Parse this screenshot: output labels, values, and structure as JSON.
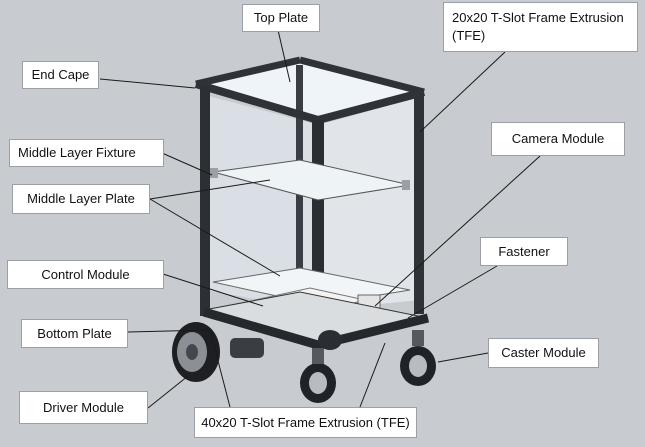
{
  "labels": {
    "top_plate": "Top Plate",
    "tslot_20x20": "20x20 T-Slot Frame Extrusion (TFE)",
    "end_cape": "End Cape",
    "middle_layer_fixture": "Middle Layer Fixture",
    "camera_module": "Camera Module",
    "middle_layer_plate": "Middle Layer Plate",
    "fastener": "Fastener",
    "control_module": "Control Module",
    "bottom_plate": "Bottom Plate",
    "caster_module": "Caster Module",
    "driver_module": "Driver Module",
    "tslot_40x20": "40x20 T-Slot Frame Extrusion (TFE)"
  },
  "colors": {
    "background": "#c8ccd1",
    "frame": "#2f3338",
    "glass": "#e9f2f6",
    "leader": "#1a1a1a"
  }
}
